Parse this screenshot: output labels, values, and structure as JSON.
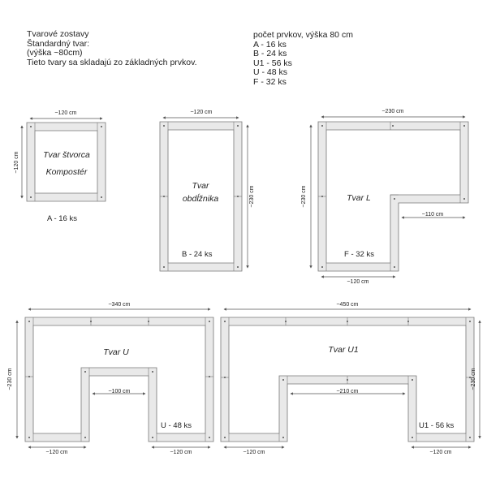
{
  "header_left": {
    "line1": "Tvarové zostavy",
    "line2": "Štandardný tvar:",
    "line3": "(výška ~80cm)",
    "line4": "Tieto tvary sa skladajú zo základných prvkov."
  },
  "header_right": {
    "title": "počet prvkov, výška 80 cm",
    "items": [
      "A   - 16 ks",
      "B   - 24 ks",
      "U1 - 56 ks",
      "U -   48 ks",
      "F -   32 ks"
    ]
  },
  "shapes": {
    "square": {
      "title_line1": "Tvar štvorca",
      "title_line2": "Kompostér",
      "width_label": "~120 cm",
      "height_label": "~120 cm",
      "caption": "A  - 16 ks"
    },
    "rectangle": {
      "title_line1": "Tvar",
      "title_line2": "obdĺžnika",
      "width_label": "~120 cm",
      "height_label": "~230 cm",
      "caption": "B  - 24 ks"
    },
    "l_shape": {
      "title": "Tvar L",
      "width_label": "~230 cm",
      "height_label": "~230 cm",
      "inner_label": "~110 cm",
      "bottom_label": "~120 cm",
      "caption": "F -   32 ks"
    },
    "u_shape": {
      "title": "Tvar U",
      "width_label": "~340 cm",
      "height_label": "~230 cm",
      "inner_label": "~100 cm",
      "left_leg_label": "~120 cm",
      "right_leg_label": "~120 cm",
      "caption": "U -   48 ks"
    },
    "u1_shape": {
      "title": "Tvar U1",
      "width_label": "~450 cm",
      "height_label": "~230 cm",
      "inner_label": "~210 cm",
      "left_leg_label": "~120 cm",
      "right_leg_label": "~120 cm",
      "caption": "U1 - 56 ks"
    }
  }
}
